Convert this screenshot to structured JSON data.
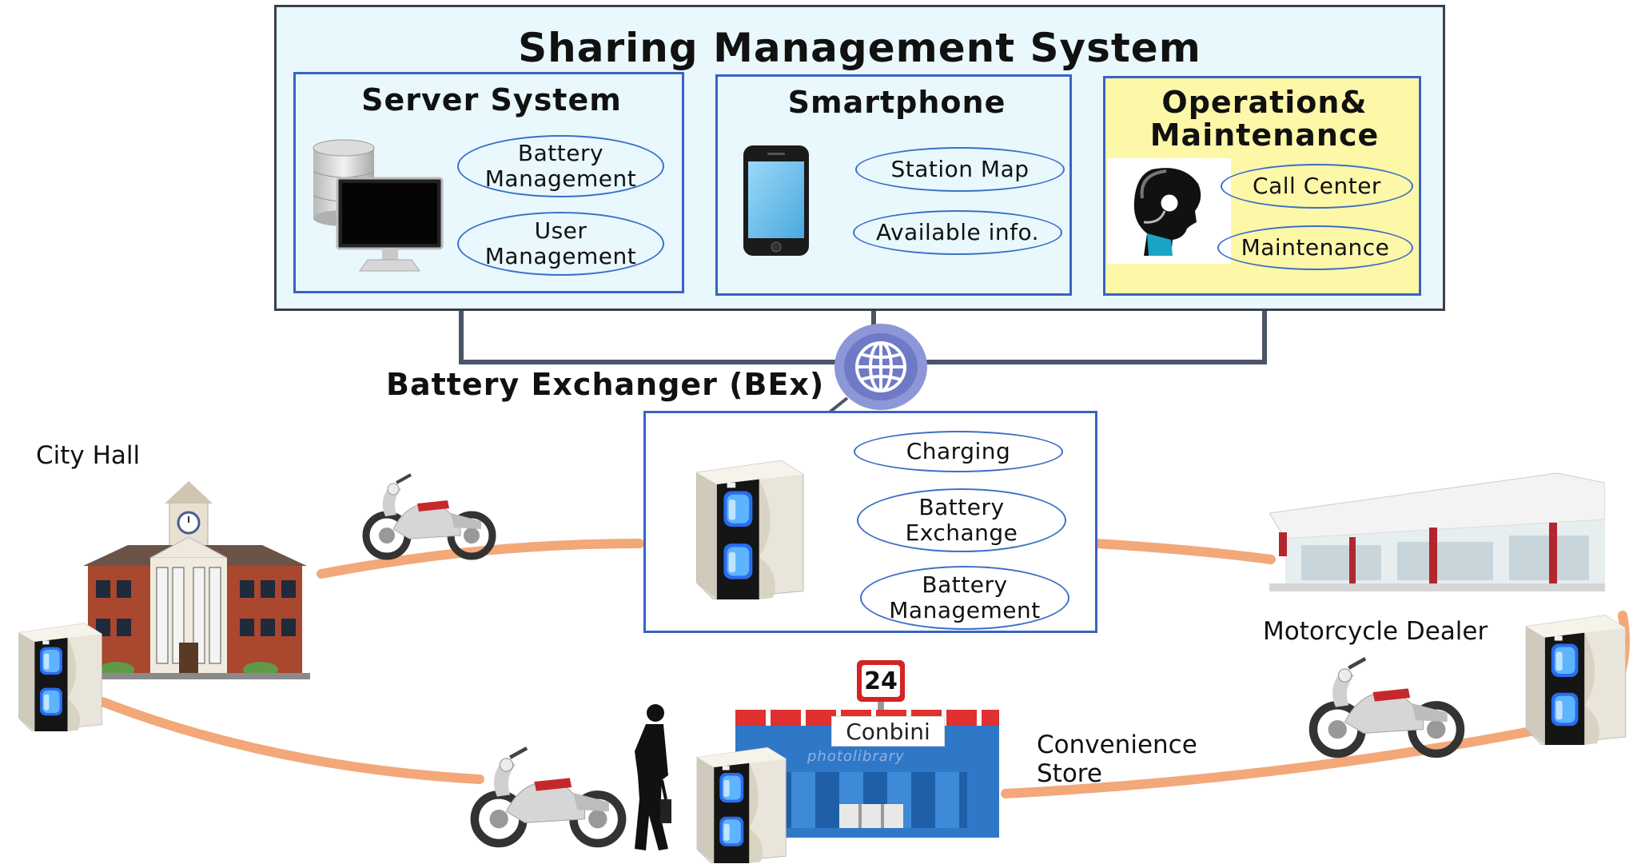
{
  "system": {
    "title": "Sharing Management System",
    "panels": {
      "server": {
        "title": "Server System",
        "items": [
          "Battery\nManagement",
          "User\nManagement"
        ]
      },
      "smartphone": {
        "title": "Smartphone",
        "items": [
          "Station Map",
          "Available info."
        ]
      },
      "operation": {
        "title": "Operation&\nMaintenance",
        "items": [
          "Call Center",
          "Maintenance"
        ]
      }
    }
  },
  "bex": {
    "title": "Battery Exchanger (BEx)",
    "items": [
      "Charging",
      "Battery\nExchange",
      "Battery\nManagement"
    ]
  },
  "places": {
    "city_hall": "City Hall",
    "motorcycle_dealer": "Motorcycle Dealer",
    "convenience_store": "Convenience\nStore",
    "store_sign_number": "24",
    "store_sign_name": "Conbini",
    "store_window_text": "photolibrary"
  },
  "colors": {
    "system_bg": "#e8f8fd",
    "panel_border": "#3a63c4",
    "operation_bg": "#fdf7a8",
    "loop_line": "#f2a878",
    "connector_line": "#4a5566",
    "globe": "#8d96d6"
  },
  "icons": [
    "database-icon",
    "monitor-icon",
    "smartphone-icon",
    "operator-headset-icon",
    "globe-icon",
    "battery-exchanger-icon",
    "scooter-icon",
    "city-hall-icon",
    "dealer-building-icon",
    "convenience-store-icon",
    "walking-person-icon"
  ]
}
